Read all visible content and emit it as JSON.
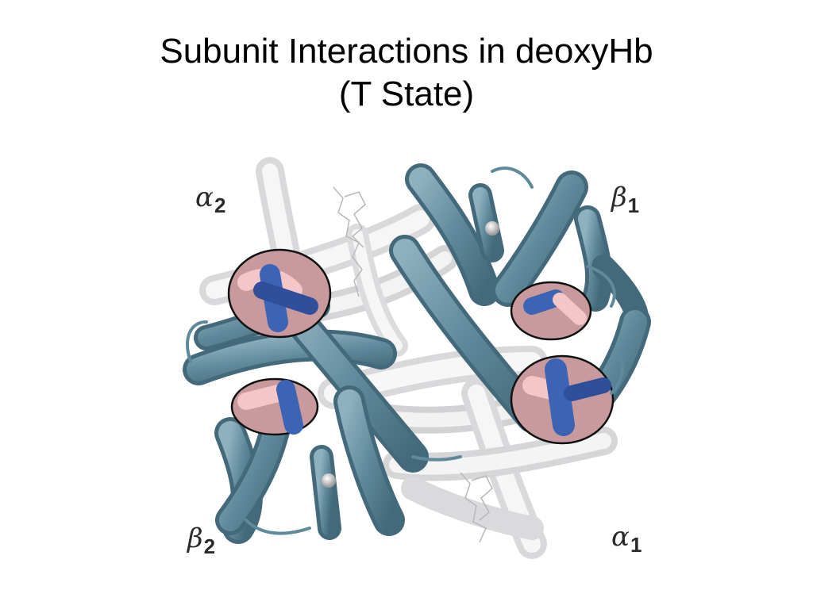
{
  "title": {
    "line1": "Subunit Interactions in deoxyHb",
    "line2": "(T State)"
  },
  "subunit_labels": {
    "alpha2": {
      "greek": "α",
      "number": "2"
    },
    "beta1": {
      "greek": "β",
      "number": "1"
    },
    "beta2": {
      "greek": "β",
      "number": "2"
    },
    "alpha1": {
      "greek": "α",
      "number": "1"
    }
  },
  "colors": {
    "dark_helix": "#5f8a9c",
    "light_helix": "#e8e8ea",
    "interface_fill": "#c89a9e",
    "interface_blue": "#3d63b5",
    "interface_pink": "#f5c6c8"
  }
}
